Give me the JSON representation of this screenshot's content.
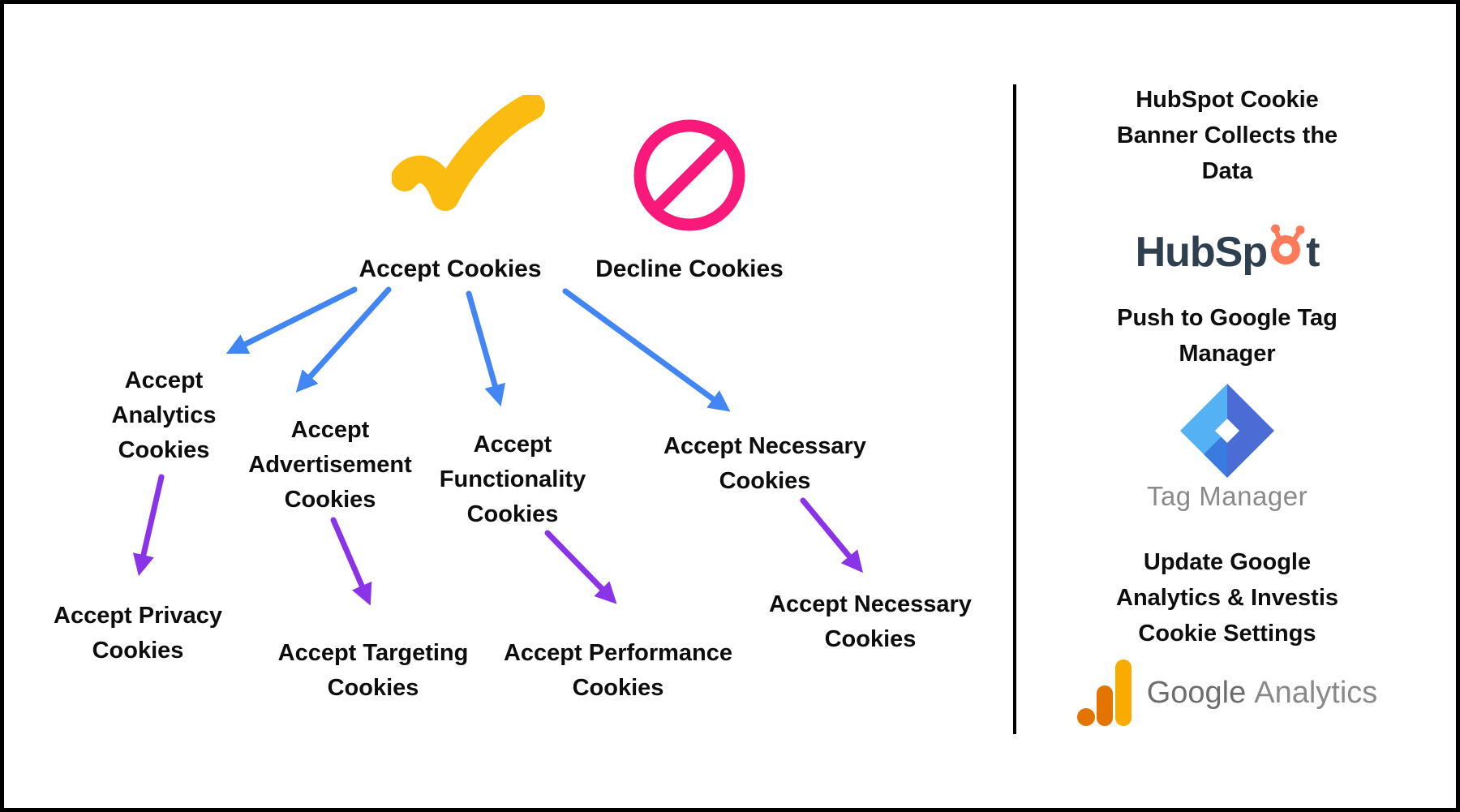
{
  "colors": {
    "check_yellow": "#FBBC12",
    "decline_pink": "#F9197A",
    "arrow_blue": "#4285F4",
    "arrow_purple": "#8B33E8",
    "hubspot_navy": "#2E3F50",
    "hubspot_orange": "#FF7A59",
    "gtm_light_blue": "#53B1F4",
    "gtm_dark_blue": "#4A6CD4",
    "gtm_mid_blue": "#3B7BE0",
    "gtm_center_white": "#FFFFFF",
    "ga_amber": "#F9AB00",
    "ga_orange": "#E37400",
    "gray_text": "#8A8A8A",
    "text_black": "#0d0d0d"
  },
  "flowchart": {
    "root_accept": "Accept Cookies",
    "root_decline": "Decline Cookies",
    "analytics": "Accept\nAnalytics\nCookies",
    "advertisement": "Accept\nAdvertisement\nCookies",
    "functionality": "Accept\nFunctionality\nCookies",
    "necessary": "Accept Necessary\nCookies",
    "privacy": "Accept Privacy\nCookies",
    "targeting": "Accept Targeting\nCookies",
    "performance": "Accept Performance\nCookies",
    "necessary_final": "Accept Necessary\nCookies"
  },
  "panel": {
    "step1": "HubSpot Cookie\nBanner Collects the\nData",
    "hubspot_wordmark_start": "HubSp",
    "hubspot_wordmark_end": "t",
    "step2": "Push to Google Tag\nManager",
    "gtm_label": "Tag Manager",
    "step3": "Update Google\nAnalytics & Investis\nCookie Settings",
    "ga_word_google": "Google",
    "ga_word_analytics": "Analytics"
  }
}
